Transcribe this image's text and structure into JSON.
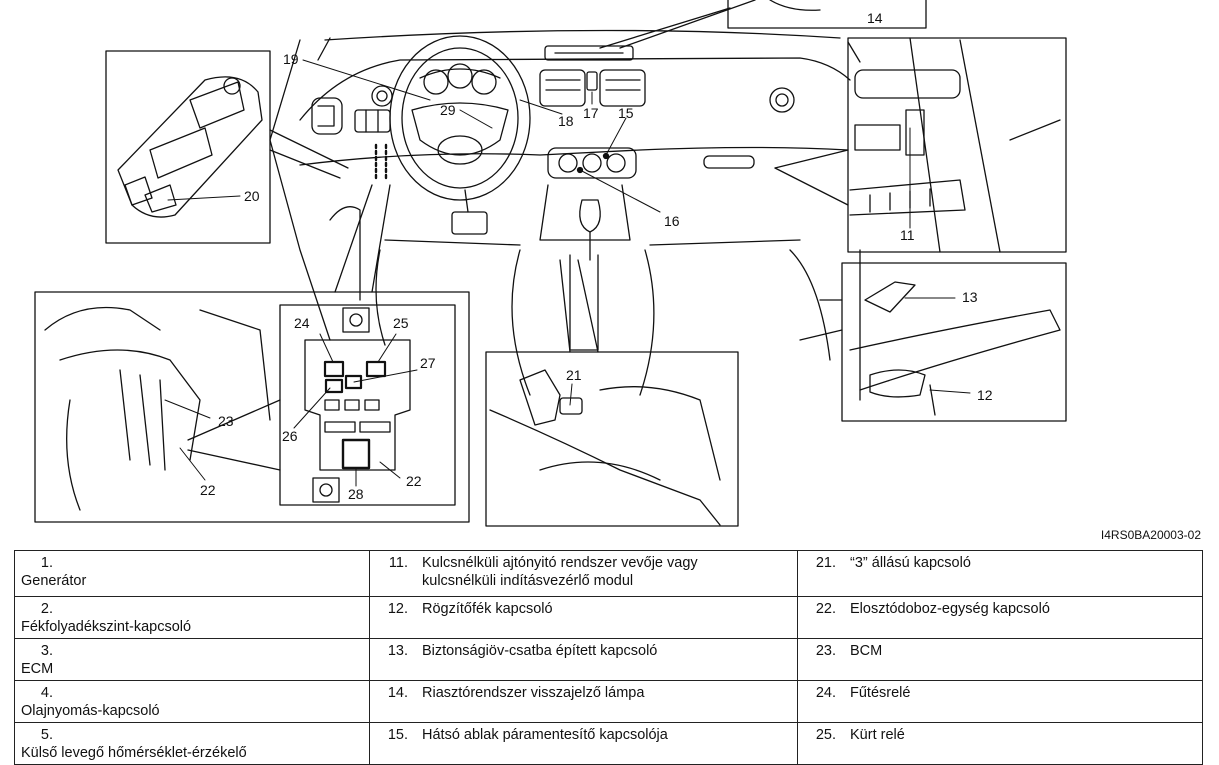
{
  "figure_code": "I4RS0BA20003-02",
  "callouts": {
    "c11": "11",
    "c12": "12",
    "c13": "13",
    "c14": "14",
    "c15": "15",
    "c16": "16",
    "c17": "17",
    "c18": "18",
    "c19": "19",
    "c20": "20",
    "c21": "21",
    "c22a": "22",
    "c22b": "22",
    "c23": "23",
    "c24": "24",
    "c25": "25",
    "c26": "26",
    "c27": "27",
    "c28": "28",
    "c29": "29"
  },
  "legend": [
    [
      {
        "num": "1.",
        "text": "Generátor"
      },
      {
        "num": "11.",
        "text": "Kulcsnélküli ajtónyitó rendszer vevője vagy kulcsnélküli indításvezérlő modul"
      },
      {
        "num": "21.",
        "text": "“3” állású kapcsoló"
      }
    ],
    [
      {
        "num": "2.",
        "text": "Fékfolyadékszint-kapcsoló"
      },
      {
        "num": "12.",
        "text": "Rögzítőfék kapcsoló"
      },
      {
        "num": "22.",
        "text": "Elosztódoboz-egység kapcsoló"
      }
    ],
    [
      {
        "num": "3.",
        "text": "ECM"
      },
      {
        "num": "13.",
        "text": "Biztonságiöv-csatba épített kapcsoló"
      },
      {
        "num": "23.",
        "text": "BCM"
      }
    ],
    [
      {
        "num": "4.",
        "text": "Olajnyomás-kapcsoló"
      },
      {
        "num": "14.",
        "text": "Riasztórendszer visszajelző lámpa"
      },
      {
        "num": "24.",
        "text": "Fűtésrelé"
      }
    ],
    [
      {
        "num": "5.",
        "text": "Külső levegő hőmérséklet-érzékelő"
      },
      {
        "num": "15.",
        "text": "Hátsó ablak páramentesítő kapcsolója"
      },
      {
        "num": "25.",
        "text": "Kürt relé"
      }
    ]
  ]
}
